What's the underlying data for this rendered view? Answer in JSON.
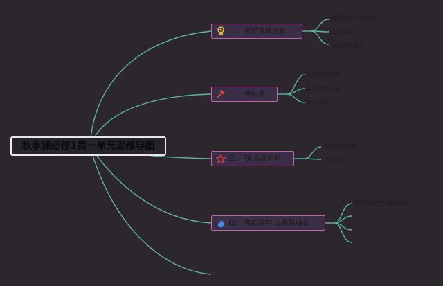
{
  "root": {
    "label": "秋季课必修1第一单元思维导图"
  },
  "branches": [
    {
      "label": "一、 物质及其变化",
      "icon": "award-medal-icon",
      "icon_color": "#e7b43a",
      "children": [
        "物质的分类及转化",
        "离子反应",
        "氧化还原反应"
      ]
    },
    {
      "label": "二、 钠和氯",
      "icon": "hammer-icon",
      "icon_color": "#e2463b",
      "children": [
        "钠及其化合物",
        "氯及其化合物",
        "物质的量"
      ]
    },
    {
      "label": "三、 铁 金属材料",
      "icon": "star-outline-icon",
      "icon_color": "#e0343a",
      "children": [
        "铁及其化合物",
        "金属材料"
      ]
    },
    {
      "label": "四、 物质结构 元素周期表",
      "icon": "flame-icon",
      "icon_color": "#3c8ee8",
      "children": [
        "原子结构与元素周期表"
      ]
    }
  ],
  "colors": {
    "background": "#2b272d",
    "connector": "#5fb3a6",
    "branch_border": "#c75fa8",
    "branch_fill": "#3b2f47"
  }
}
